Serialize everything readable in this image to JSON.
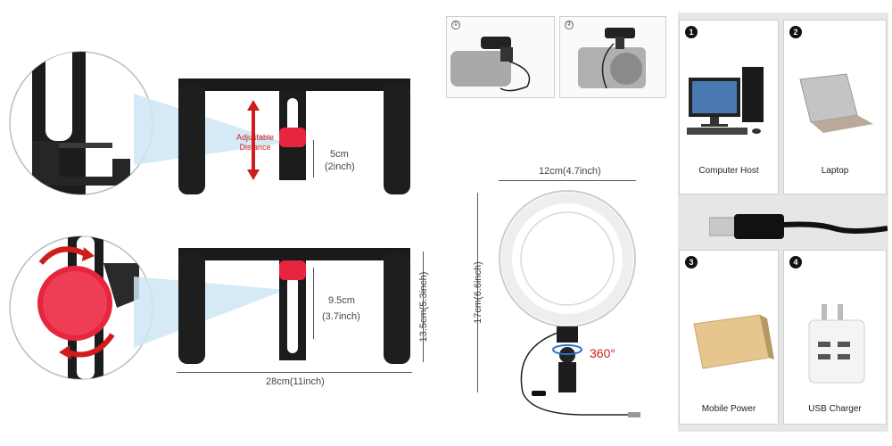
{
  "top_rig": {
    "adjustable_label": "Adjustable\nDistance",
    "height_cm": "5cm",
    "height_in": "(2inch)"
  },
  "bottom_rig": {
    "height_cm": "9.5cm",
    "height_in": "(3.7inch)",
    "side_height": "13.5cm(5.3inch)",
    "width": "28cm(11inch)"
  },
  "mic_panels": [
    {
      "num": "①"
    },
    {
      "num": "②"
    }
  ],
  "ring_light": {
    "width": "12cm(4.7inch)",
    "height": "17cm(6.6inch)",
    "rotation": "360°"
  },
  "power_sources": [
    {
      "num": "1",
      "label": "Computer Host"
    },
    {
      "num": "2",
      "label": "Laptop"
    },
    {
      "num": "3",
      "label": "Mobile Power"
    },
    {
      "num": "4",
      "label": "USB Charger"
    }
  ],
  "colors": {
    "red_accent": "#d01c1c",
    "knob_red": "#e8253f",
    "light_blue": "#cfe6f5",
    "panel_bg": "#e6e6e6"
  }
}
